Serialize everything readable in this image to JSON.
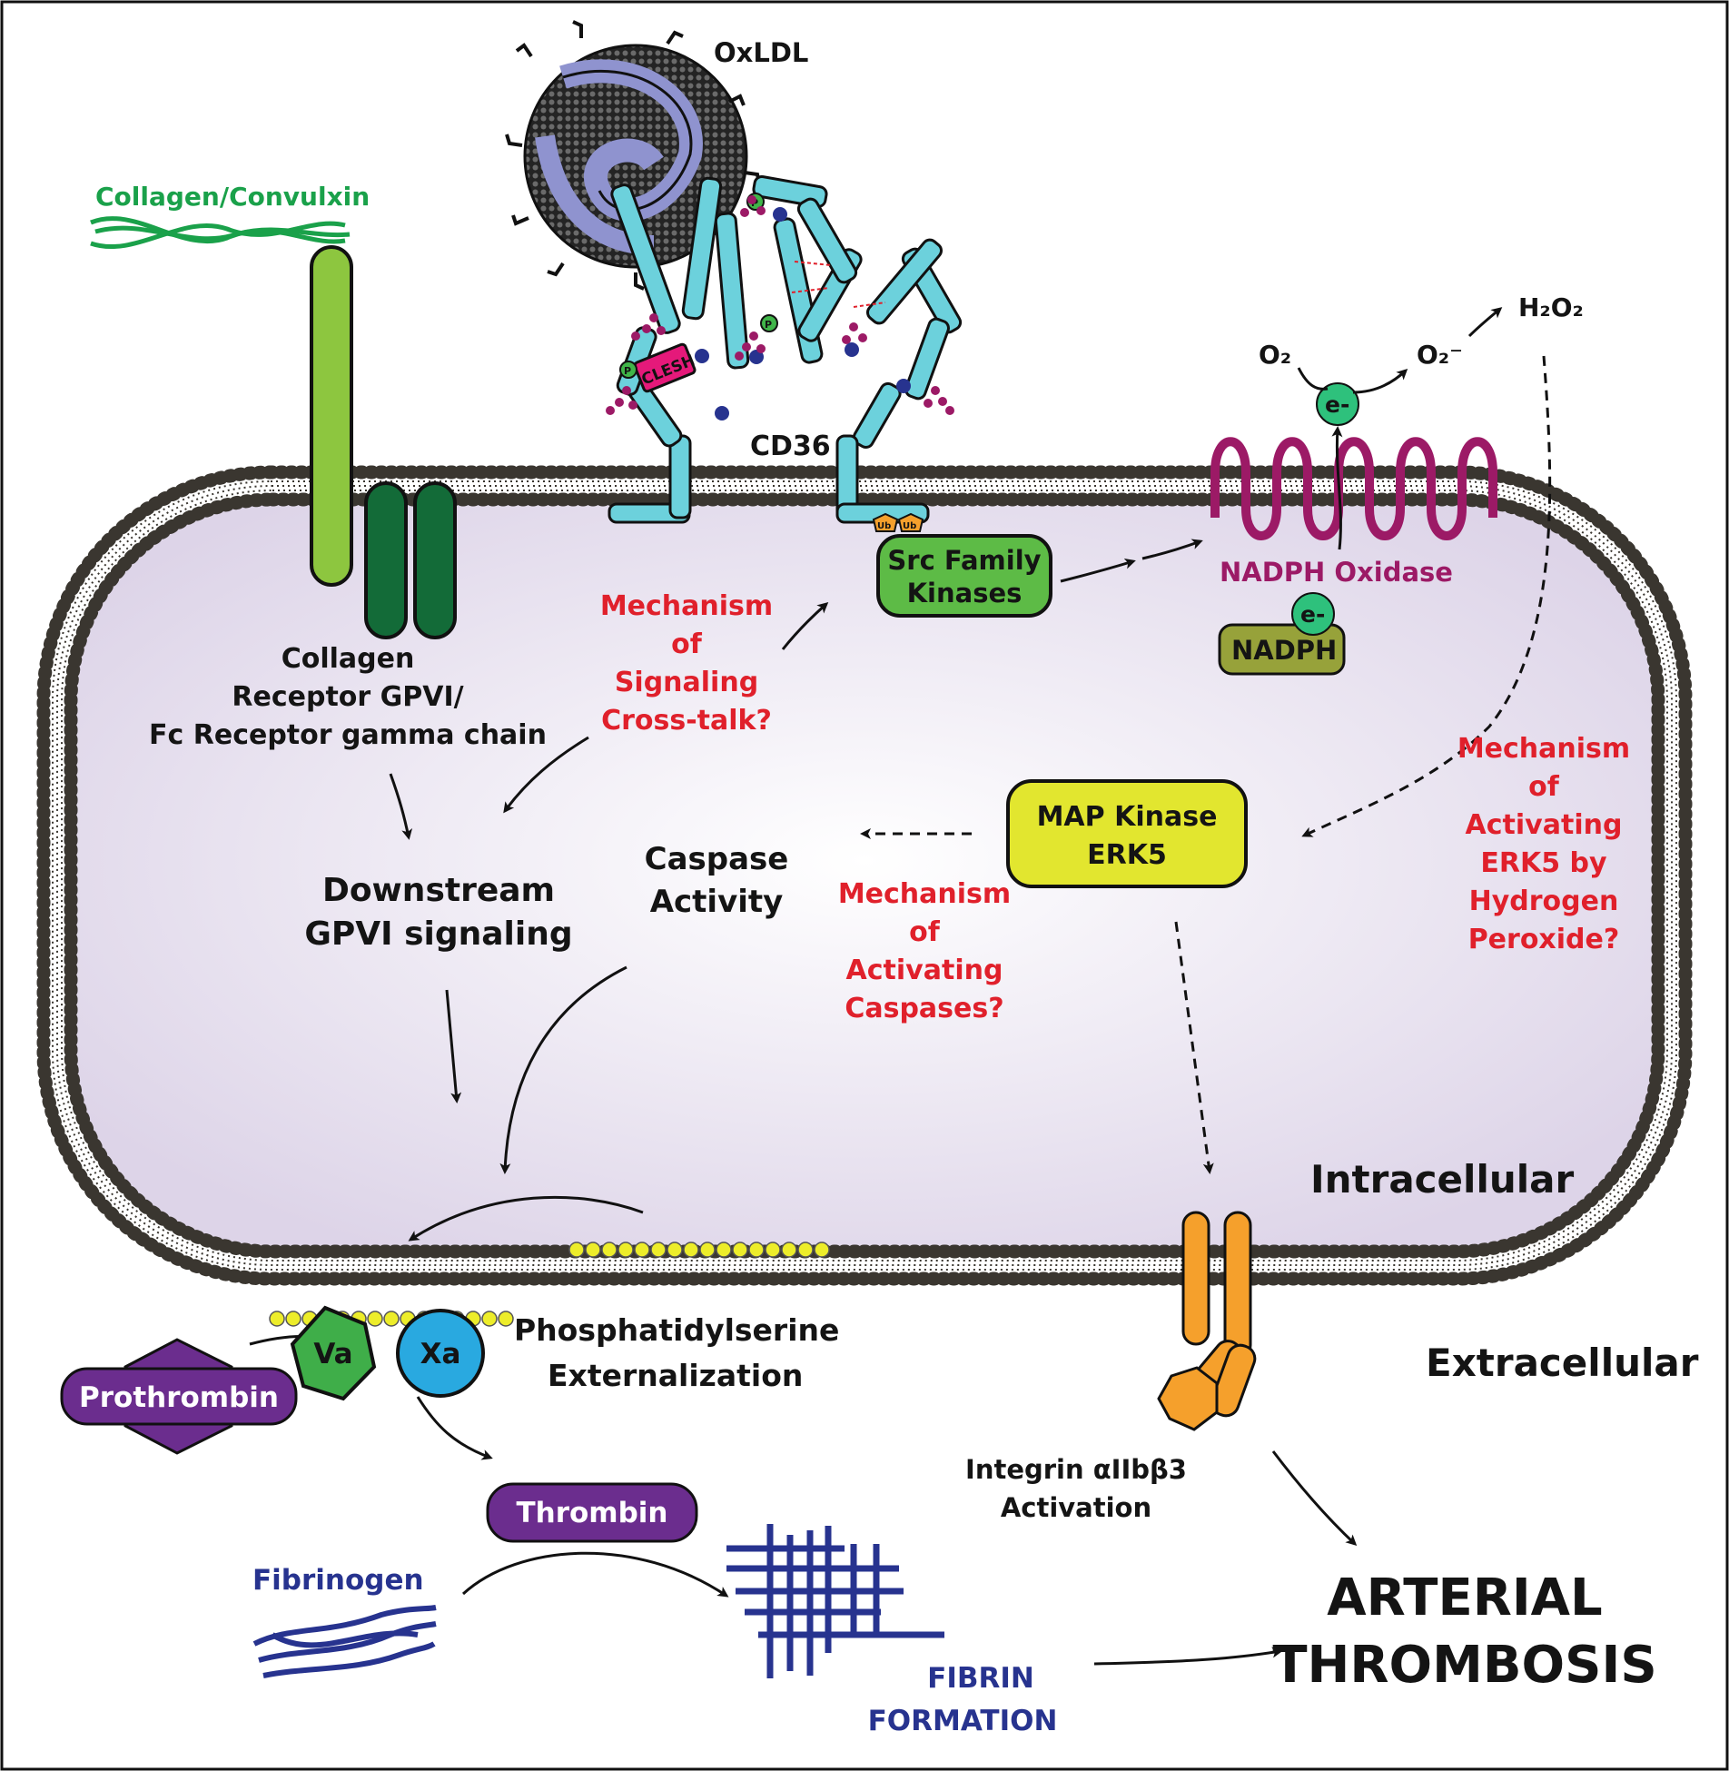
{
  "labels": {
    "collagen_ligand": "Collagen/Convulxin",
    "oxldl": "OxLDL",
    "cd36": "CD36",
    "clesh": "CLESH",
    "phospho": "P",
    "ub": "Ub",
    "o2": "O₂",
    "electron": "e-",
    "superoxide": "O₂⁻",
    "h2o2": "H₂O₂",
    "nadph_oxidase": "NADPH Oxidase",
    "nadph": "NADPH",
    "src_line1": "Src Family",
    "src_line2": "Kinases",
    "receptor_line1": "Collagen",
    "receptor_line2": "Receptor GPVI/",
    "receptor_line3": "Fc Receptor gamma chain",
    "q_crosstalk": [
      "Mechanism",
      "of",
      "Signaling",
      "Cross-talk?"
    ],
    "downstream_line1": "Downstream",
    "downstream_line2": "GPVI signaling",
    "caspase_line1": "Caspase",
    "caspase_line2": "Activity",
    "q_caspases": [
      "Mechanism",
      "of",
      "Activating",
      "Caspases?"
    ],
    "mapk_line1": "MAP Kinase",
    "mapk_line2": "ERK5",
    "q_erk5": [
      "Mechanism",
      "of",
      "Activating",
      "ERK5 by",
      "Hydrogen",
      "Peroxide?"
    ],
    "intracellular": "Intracellular",
    "extracellular": "Extracellular",
    "ps_line1": "Phosphatidylserine",
    "ps_line2": "Externalization",
    "va": "Va",
    "xa": "Xa",
    "prothrombin": "Prothrombin",
    "thrombin": "Thrombin",
    "fibrinogen": "Fibrinogen",
    "fibrin_line1": "FIBRIN",
    "fibrin_line2": "FORMATION",
    "integrin_line1": "Integrin αIIbβ3",
    "integrin_line2": "Activation",
    "outcome_line1": "ARTERIAL",
    "outcome_line2": "THROMBOSIS"
  },
  "colors": {
    "cytoplasm": "#e6e0ee",
    "membrane": "#3a3630",
    "question_red": "#e0202b",
    "gpvi_light": "#8dc63f",
    "gpvi_dark": "#136b38",
    "cd36_cyan": "#6cd1dc",
    "oxldl_blue": "#8f93cf",
    "nox_magenta": "#9c1a66",
    "src_green": "#5dbb46",
    "nadph_olive": "#97a23a",
    "mapk_yellow": "#e2e62f",
    "electron_green": "#2ec17c",
    "integrin_orange": "#f5a02c",
    "purple": "#6b2d8e",
    "va_green": "#3fae49",
    "xa_blue": "#29a9e0",
    "fibrin_navy": "#27338f",
    "ps_yellow": "#eded2a",
    "collagen_green": "#1aa14a"
  }
}
